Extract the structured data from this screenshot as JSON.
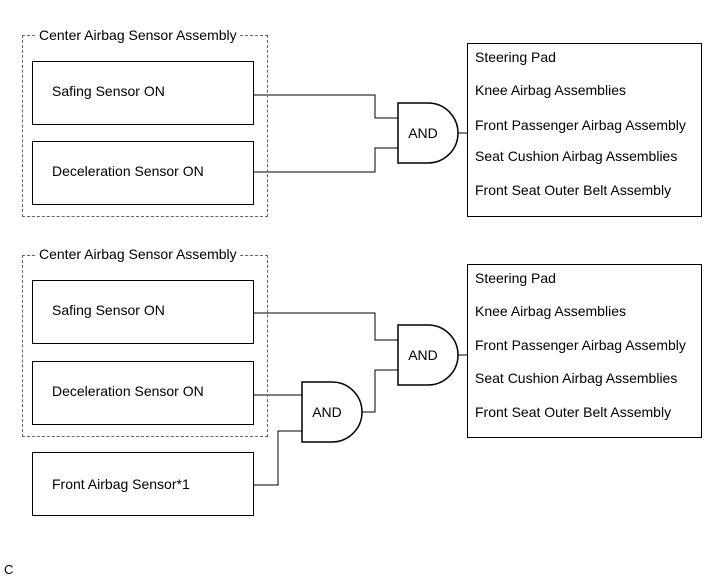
{
  "top": {
    "group_title": "Center Airbag Sensor Assembly",
    "sensor_1": "Safing Sensor ON",
    "sensor_2": "Deceleration Sensor ON",
    "gate": "AND",
    "outputs": [
      "Steering Pad",
      "Knee Airbag Assemblies",
      "Front Passenger Airbag Assembly",
      "Seat Cushion Airbag Assemblies",
      "Front Seat Outer Belt Assembly"
    ]
  },
  "bottom": {
    "group_title": "Center Airbag Sensor Assembly",
    "sensor_1": "Safing Sensor ON",
    "sensor_2": "Deceleration Sensor ON",
    "sensor_3": "Front Airbag Sensor*1",
    "gate_main": "AND",
    "gate_sub": "AND",
    "outputs": [
      "Steering Pad",
      "Knee Airbag Assemblies",
      "Front Passenger Airbag Assembly",
      "Seat Cushion Airbag Assemblies",
      "Front Seat Outer Belt Assembly"
    ]
  },
  "corner_label": "C"
}
